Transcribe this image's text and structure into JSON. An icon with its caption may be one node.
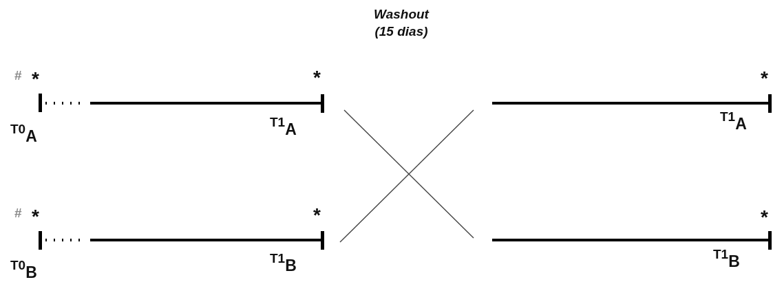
{
  "diagram": {
    "title": "Washout (15 dias)",
    "nodes": [
      {
        "text": [],
        "shape": "bar",
        "beside": [
          "#",
          "*",
          "T0$_{A}$"
        ]
      },
      {
        "text": [],
        "shape": "bar",
        "beside": [
          "*",
          "T1$_{A}$"
        ]
      },
      {
        "text": [],
        "shape": "bar",
        "beside": [
          "*",
          "T1$_{A}$"
        ]
      },
      {
        "text": [],
        "shape": "bar",
        "beside": [
          "#",
          "*",
          "T0$_{B}$"
        ]
      },
      {
        "text": [],
        "shape": "bar",
        "beside": [
          "*",
          "T1$_{B}$"
        ]
      },
      {
        "text": [],
        "shape": "bar",
        "beside": [
          "*",
          "T1$_{B}$"
        ]
      }
    ],
    "edges": [
      {
        "from": 0,
        "to": 1,
        "arrow": "none"
      },
      {
        "from": null,
        "to": 2,
        "arrow": "none"
      },
      {
        "from": 3,
        "to": 4,
        "arrow": "none"
      },
      {
        "from": null,
        "to": 5,
        "arrow": "none"
      }
    ]
  }
}
